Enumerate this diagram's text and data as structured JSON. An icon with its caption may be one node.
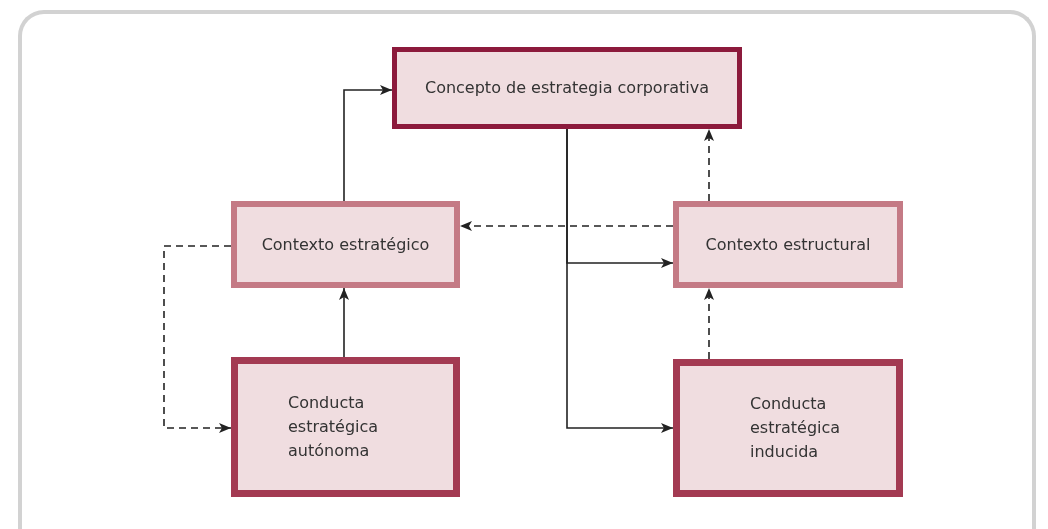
{
  "diagram": {
    "nodes": [
      {
        "text": [
          "Concepto de estrategia corporativa"
        ]
      },
      {
        "text": [
          "Contexto estratégico"
        ]
      },
      {
        "text": [
          "Contexto estructural"
        ]
      },
      {
        "text": [
          "Conducta estratégica autónoma"
        ]
      },
      {
        "text": [
          "Conducta estratégica inducida"
        ]
      }
    ],
    "edges": [
      {
        "from": 1,
        "to": 0,
        "arrow": "to"
      },
      {
        "from": 0,
        "to": 2,
        "arrow": "to"
      },
      {
        "from": 0,
        "to": 4,
        "arrow": "to"
      },
      {
        "from": 2,
        "to": 0,
        "arrow": "to",
        "style": "dashed"
      },
      {
        "from": 2,
        "to": 1,
        "arrow": "to",
        "style": "dashed"
      },
      {
        "from": 3,
        "to": 1,
        "arrow": "to"
      },
      {
        "from": 1,
        "to": 3,
        "arrow": "to",
        "style": "dashed"
      },
      {
        "from": 4,
        "to": 2,
        "arrow": "to",
        "style": "dashed"
      }
    ]
  }
}
